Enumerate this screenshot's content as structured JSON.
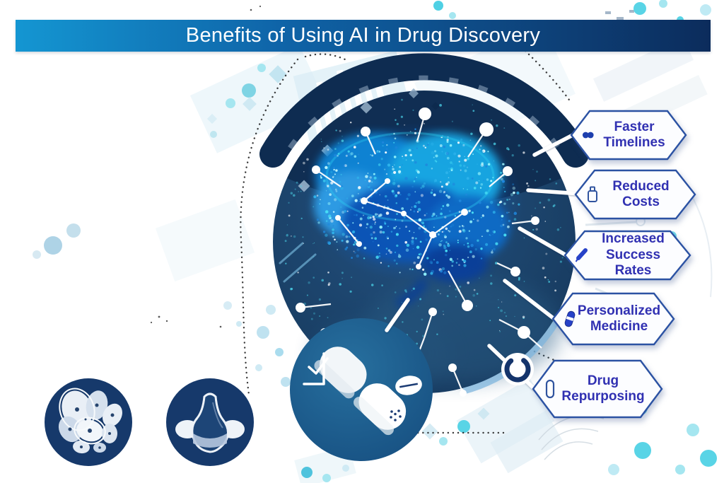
{
  "title": {
    "text": "Benefits of Using AI in Drug Discovery"
  },
  "benefits": [
    {
      "label": "Faster Timelines",
      "icon": "fast-forward-icon"
    },
    {
      "label": "Reduced Costs",
      "icon": "bottle-icon"
    },
    {
      "label": "Increased Success Rates",
      "icon": "pen-icon"
    },
    {
      "label": "Personalized Medicine",
      "icon": "capsule-icon"
    },
    {
      "label": "Drug Repurposing",
      "icon": "pill-outline-icon"
    }
  ],
  "illustrations": {
    "center": "ai-brain-network",
    "center_bottom": "pills-capsule-circle",
    "bottom_left_first": "cells-cluster-circle",
    "bottom_left_second": "flask-circle",
    "near_last_label": "refresh-ring-icon"
  },
  "colors": {
    "banner_gradient_left": "#1496d2",
    "banner_gradient_right": "#0c2c5c",
    "hexagon_border": "#2b52a3",
    "hexagon_fill": "#fcfdff",
    "hexagon_text": "#3131b2",
    "main_circle_navy": "#1b4269",
    "dark_arc_navy": "#0f2c50",
    "icon_circle_navy": "#16396b",
    "pill_circle_blue": "#1d5c90",
    "accent_cyan": "#49cde4",
    "brain_cyan": "#2fd4f4",
    "brain_blue": "#0b55b8"
  }
}
